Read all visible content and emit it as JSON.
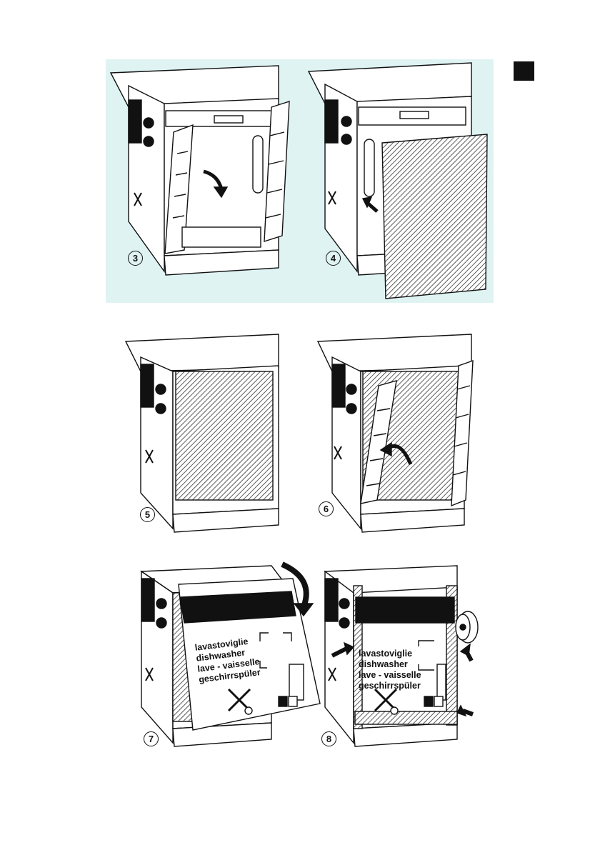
{
  "steps": [
    {
      "number": "3"
    },
    {
      "number": "4"
    },
    {
      "number": "5"
    },
    {
      "number": "6"
    },
    {
      "number": "7"
    },
    {
      "number": "8"
    }
  ],
  "carton_label": {
    "line1": "lavastoviglie",
    "line2": "dishwasher",
    "line3": "lave - vaisselle",
    "line4": "geschirrspüler"
  },
  "colors": {
    "panel_background": "#dff3f3",
    "ink": "#111111"
  }
}
